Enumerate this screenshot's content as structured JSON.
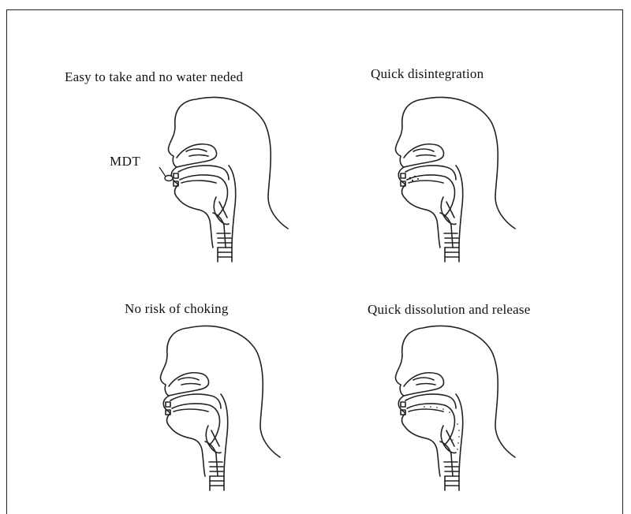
{
  "panels": [
    {
      "caption": "Easy to take and no water neded"
    },
    {
      "caption": "Quick disintegration"
    },
    {
      "caption": "No risk of choking"
    },
    {
      "caption": "Quick dissolution and release"
    }
  ],
  "callout": {
    "label": "MDT"
  }
}
